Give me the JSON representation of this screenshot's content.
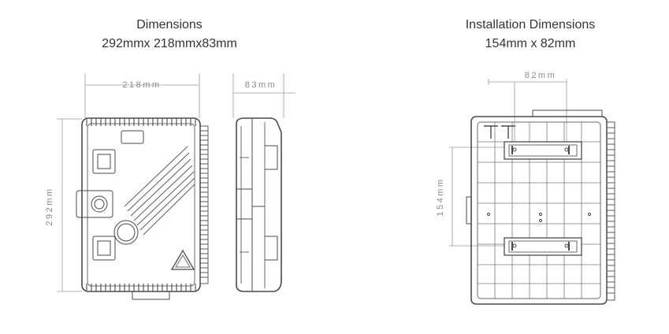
{
  "left_panel": {
    "title": "Dimensions",
    "subtitle": "292mmx 218mmx83mm",
    "dim_width": "218mm",
    "dim_depth": "83mm",
    "dim_height": "292mm"
  },
  "right_panel": {
    "title": "Installation Dimensions",
    "subtitle": "154mm x 82mm",
    "dim_horizontal": "82mm",
    "dim_vertical": "154mm"
  },
  "colors": {
    "line": "#4a4a4a",
    "dimension": "#9a9a9a",
    "text": "#333333"
  }
}
